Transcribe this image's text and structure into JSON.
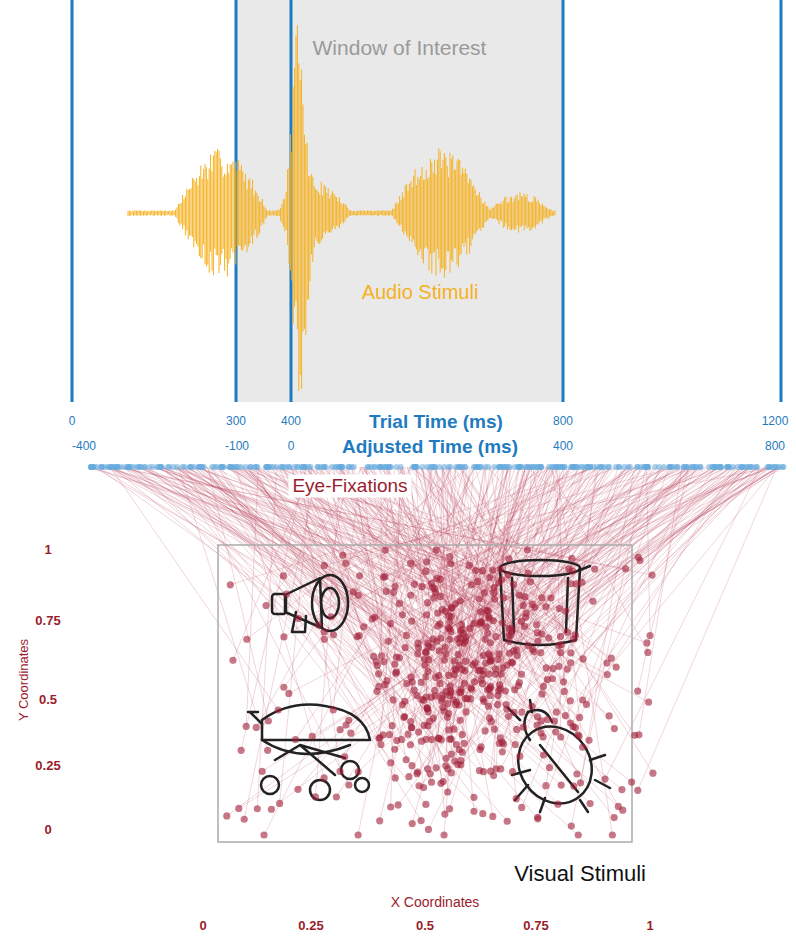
{
  "diagram": {
    "nodes": [
      {
        "text": [
          "Window of Interest"
        ]
      },
      {
        "text": [
          "Visual Stimuli"
        ]
      }
    ],
    "labels": [
      "Audio Stimuli",
      "0",
      "300",
      "400",
      "800",
      "1200",
      "Trial Time (ms)",
      "-400",
      "-100",
      "0",
      "400",
      "800",
      "Adjusted Time (ms)",
      "Eye-Fixations",
      "1",
      "0.75",
      "0.5",
      "0.25",
      "0",
      "Y Coordinates",
      "X Coordinates",
      "0",
      "0.25",
      "0.5",
      "0.75",
      "1"
    ]
  }
}
